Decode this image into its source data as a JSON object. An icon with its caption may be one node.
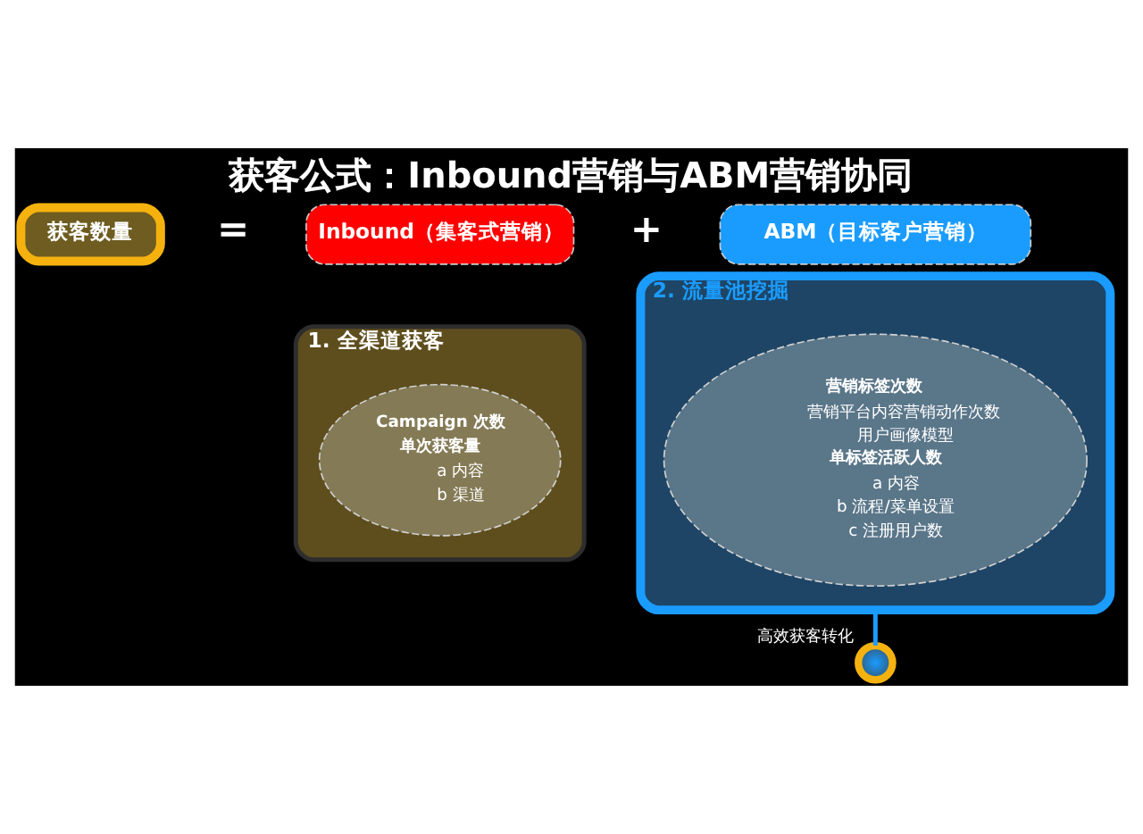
{
  "diagram": {
    "title": "获客公式：Inbound营销与ABM营销协同",
    "nodes": [
      {
        "text": [
          "获客数量"
        ]
      },
      {
        "text": [
          "Inbound（集客式营销）"
        ]
      },
      {
        "text": [
          "ABM（目标客户营销）"
        ]
      },
      {
        "text": [
          "1. 全渠道获客"
        ]
      },
      {
        "text": [
          "Campaign 次数",
          "单次获客量",
          "a 内容",
          "b 渠道"
        ],
        "in": 3
      },
      {
        "text": [
          "2. 流量池挖掘"
        ]
      },
      {
        "text": [
          "营销标签次数",
          "营销平台内容营销动作次数",
          "用户画像模型",
          "单标签活跃人数",
          "a 内容",
          "b 流程/菜单设置",
          "c 注册用户数"
        ],
        "in": 5
      },
      {
        "text": [],
        "shape": "circle",
        "beside": [
          "高效获客转化"
        ]
      }
    ],
    "edges": [
      {
        "from": 5,
        "to": 7,
        "arrow": "none"
      }
    ],
    "labels": [
      "=",
      "+"
    ]
  }
}
